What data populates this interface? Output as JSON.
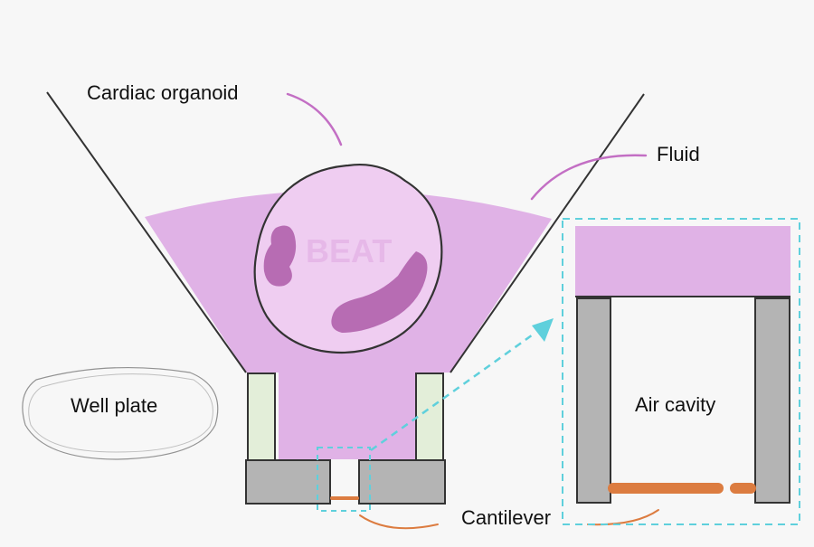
{
  "labels": {
    "cardiac_organoid": "Cardiac organoid",
    "fluid": "Fluid",
    "well_plate": "Well plate",
    "air_cavity": "Air cavity",
    "cantilever": "Cantilever",
    "beat": "BEAT"
  },
  "colors": {
    "background": "#f7f7f7",
    "fluid": "#e0b2e6",
    "organoid_fill": "#efcdf1",
    "organoid_spot": "#b76cb3",
    "beat_text": "#e6b8e8",
    "wall_gray": "#b4b4b4",
    "side_pale_green": "#e3eed9",
    "cantilever_orange": "#dc7c40",
    "callout_cyan": "#5fd0dc",
    "leader_purple": "#c36fc4",
    "outline": "#333333"
  }
}
